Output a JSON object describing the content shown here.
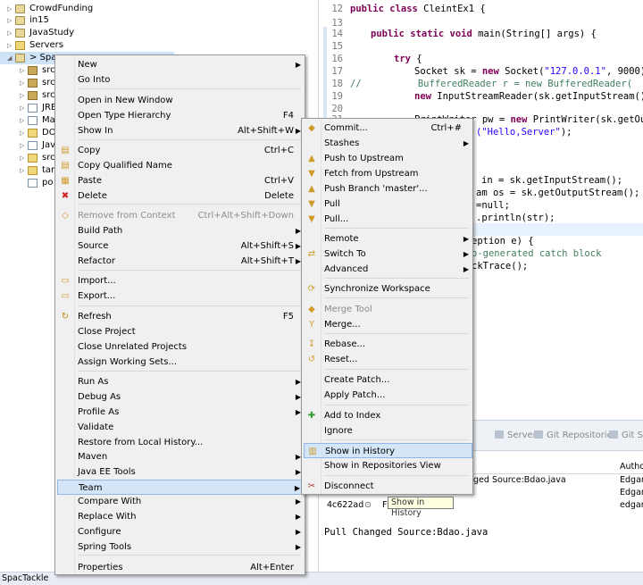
{
  "explorer": {
    "items": [
      {
        "label": "CrowdFunding",
        "icon": "project-icon"
      },
      {
        "label": "in15",
        "icon": "project-icon"
      },
      {
        "label": "JavaStudy",
        "icon": "project-icon"
      },
      {
        "label": "Servers",
        "icon": "folder-icon"
      },
      {
        "label": "> Spac",
        "icon": "project-icon"
      },
      {
        "label": "src",
        "icon": "package-icon"
      },
      {
        "label": "src",
        "icon": "package-icon"
      },
      {
        "label": "src",
        "icon": "package-icon"
      },
      {
        "label": "JRE",
        "icon": "library-icon"
      },
      {
        "label": "Ma",
        "icon": "library-icon"
      },
      {
        "label": "DO",
        "icon": "folder-icon"
      },
      {
        "label": "Jav",
        "icon": "library-icon"
      },
      {
        "label": "src",
        "icon": "folder-icon"
      },
      {
        "label": "tar",
        "icon": "folder-icon"
      },
      {
        "label": "po",
        "icon": "file-icon"
      }
    ]
  },
  "editor": {
    "lines": [
      {
        "n": "12",
        "code": ""
      },
      {
        "n": "13",
        "code": ""
      },
      {
        "n": "14",
        "code": ""
      },
      {
        "n": "15",
        "code": ""
      },
      {
        "n": "16",
        "code": ""
      },
      {
        "n": "17",
        "code": ""
      },
      {
        "n": "18",
        "code": ""
      },
      {
        "n": "19",
        "code": ""
      },
      {
        "n": "20",
        "code": ""
      },
      {
        "n": "21",
        "code": ""
      }
    ],
    "code": {
      "l12_kw": "public class",
      "l12_rest": " CleintEx1 {",
      "l14_kw": "public static void",
      "l14_rest": " main(String[] args) {",
      "l16_kw": "try",
      "l16_rest": " {",
      "l17_a": "Socket sk = ",
      "l17_kw": "new",
      "l17_b": " Socket(",
      "l17_str": "\"127.0.0.1\"",
      "l17_c": ", 9000);",
      "l18_cmt": "//          BufferedReader r = new BufferedReader(",
      "l19_kw": "new",
      "l19_rest": " InputStreamReader(sk.getInputStream())",
      "l21_a": "PrintWriter pw = ",
      "l21_kw": "new",
      "l21_b": " PrintWriter(sk.getOut",
      "l22_str": "(\"Hello,Server\"",
      "l22_rest": ");",
      "l25_a": "in = sk.getInputStream();",
      "l26_a": "am os = sk.getOutputStream();",
      "l27_a": "=null;",
      "l28_a": ".println(str);",
      "l30_a": "eption e) {",
      "l31_cmt": "o-generated catch block",
      "l32_a": "ckTrace();"
    }
  },
  "bottom_panel": {
    "tabs": [
      "Servers",
      "Git Repositories",
      "Git St"
    ],
    "author_header": "Autho",
    "rows": [
      {
        "message": "nged Source:Bdao.java",
        "author": "EdgarH"
      },
      {
        "message": "",
        "author": "EdgarH"
      },
      {
        "id": "4c622ad",
        "message": "F",
        "author": "edgarS"
      }
    ],
    "detail": "Pull Changed Source:Bdao.java"
  },
  "status_bar": {
    "text": "SpacTackle"
  },
  "context_menu": {
    "items": [
      {
        "label": "New",
        "accel": "",
        "submenu": true
      },
      {
        "label": "Go Into",
        "accel": "",
        "submenu": false
      },
      {
        "label": "Open in New Window",
        "accel": "",
        "submenu": false
      },
      {
        "label": "Open Type Hierarchy",
        "accel": "F4",
        "submenu": false
      },
      {
        "label": "Show In",
        "accel": "Alt+Shift+W",
        "submenu": true
      },
      {
        "label": "Copy",
        "accel": "Ctrl+C",
        "submenu": false
      },
      {
        "label": "Copy Qualified Name",
        "accel": "",
        "submenu": false
      },
      {
        "label": "Paste",
        "accel": "Ctrl+V",
        "submenu": false
      },
      {
        "label": "Delete",
        "accel": "Delete",
        "submenu": false
      },
      {
        "label": "Remove from Context",
        "accel": "Ctrl+Alt+Shift+Down",
        "submenu": false,
        "disabled": true
      },
      {
        "label": "Build Path",
        "accel": "",
        "submenu": true
      },
      {
        "label": "Source",
        "accel": "Alt+Shift+S",
        "submenu": true
      },
      {
        "label": "Refactor",
        "accel": "Alt+Shift+T",
        "submenu": true
      },
      {
        "label": "Import...",
        "accel": "",
        "submenu": false
      },
      {
        "label": "Export...",
        "accel": "",
        "submenu": false
      },
      {
        "label": "Refresh",
        "accel": "F5",
        "submenu": false
      },
      {
        "label": "Close Project",
        "accel": "",
        "submenu": false
      },
      {
        "label": "Close Unrelated Projects",
        "accel": "",
        "submenu": false
      },
      {
        "label": "Assign Working Sets...",
        "accel": "",
        "submenu": false
      },
      {
        "label": "Run As",
        "accel": "",
        "submenu": true
      },
      {
        "label": "Debug As",
        "accel": "",
        "submenu": true
      },
      {
        "label": "Profile As",
        "accel": "",
        "submenu": true
      },
      {
        "label": "Validate",
        "accel": "",
        "submenu": false
      },
      {
        "label": "Restore from Local History...",
        "accel": "",
        "submenu": false
      },
      {
        "label": "Maven",
        "accel": "",
        "submenu": true
      },
      {
        "label": "Java EE Tools",
        "accel": "",
        "submenu": true
      },
      {
        "label": "Team",
        "accel": "",
        "submenu": true,
        "active": true
      },
      {
        "label": "Compare With",
        "accel": "",
        "submenu": true
      },
      {
        "label": "Replace With",
        "accel": "",
        "submenu": true
      },
      {
        "label": "Configure",
        "accel": "",
        "submenu": true
      },
      {
        "label": "Spring Tools",
        "accel": "",
        "submenu": true
      },
      {
        "label": "Properties",
        "accel": "Alt+Enter",
        "submenu": false
      }
    ]
  },
  "team_menu": {
    "items": [
      {
        "label": "Commit...",
        "accel": "Ctrl+#",
        "submenu": false
      },
      {
        "label": "Stashes",
        "accel": "",
        "submenu": true
      },
      {
        "label": "Push to Upstream",
        "accel": "",
        "submenu": false
      },
      {
        "label": "Fetch from Upstream",
        "accel": "",
        "submenu": false
      },
      {
        "label": "Push Branch 'master'...",
        "accel": "",
        "submenu": false
      },
      {
        "label": "Pull",
        "accel": "",
        "submenu": false
      },
      {
        "label": "Pull...",
        "accel": "",
        "submenu": false
      },
      {
        "label": "Remote",
        "accel": "",
        "submenu": true
      },
      {
        "label": "Switch To",
        "accel": "",
        "submenu": true
      },
      {
        "label": "Advanced",
        "accel": "",
        "submenu": true
      },
      {
        "label": "Synchronize Workspace",
        "accel": "",
        "submenu": false
      },
      {
        "label": "Merge Tool",
        "accel": "",
        "submenu": false,
        "disabled": true
      },
      {
        "label": "Merge...",
        "accel": "",
        "submenu": false
      },
      {
        "label": "Rebase...",
        "accel": "",
        "submenu": false
      },
      {
        "label": "Reset...",
        "accel": "",
        "submenu": false
      },
      {
        "label": "Create Patch...",
        "accel": "",
        "submenu": false
      },
      {
        "label": "Apply Patch...",
        "accel": "",
        "submenu": false
      },
      {
        "label": "Add to Index",
        "accel": "",
        "submenu": false
      },
      {
        "label": "Ignore",
        "accel": "",
        "submenu": false
      },
      {
        "label": "Show in History",
        "accel": "",
        "submenu": false,
        "active": true
      },
      {
        "label": "Show in Repositories View",
        "accel": "",
        "submenu": false
      },
      {
        "label": "Disconnect",
        "accel": "",
        "submenu": false
      }
    ]
  },
  "tooltip": {
    "text": "Show in History"
  }
}
